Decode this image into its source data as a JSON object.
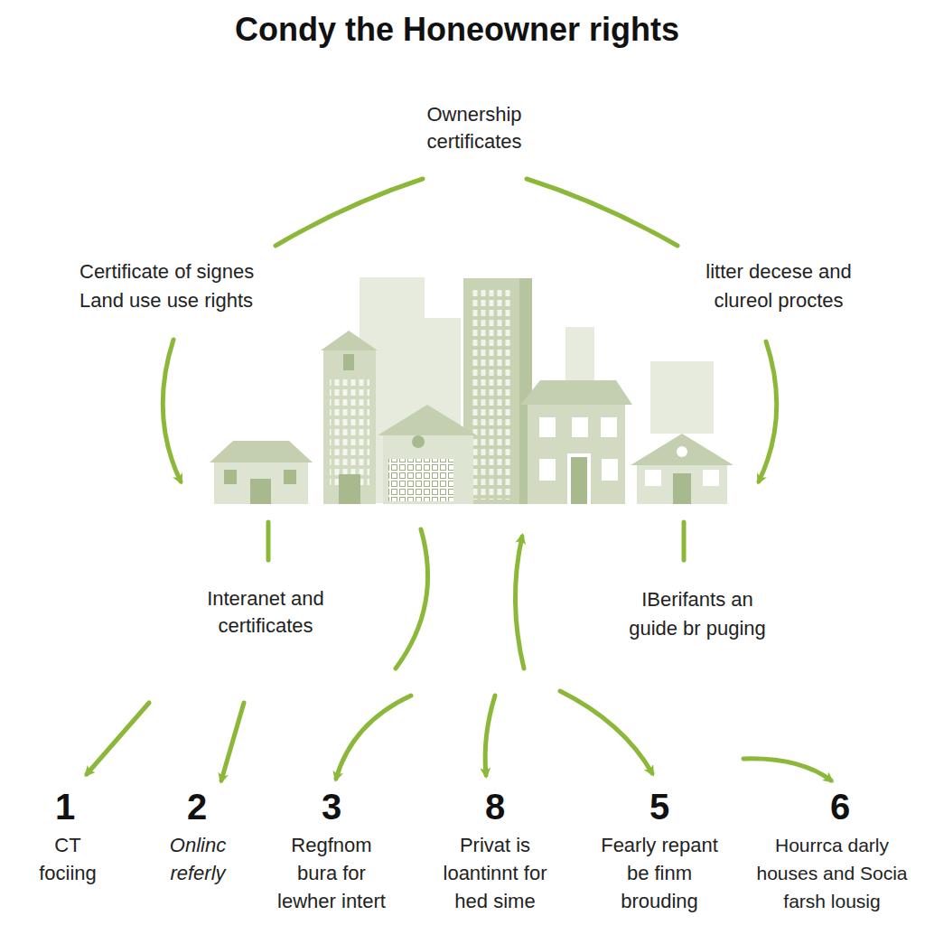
{
  "diagram": {
    "title": "Condy the Honeowner rights",
    "labels": [
      "Ownership certificates",
      "Certificate of signes Land use use rights",
      "litter decese and clureol proctes",
      "Interanet and certificates",
      "IBerifants an guide br puging",
      "1",
      "CT fociing",
      "2",
      "Onlinc referly",
      "3",
      "Regfnom bura for lewher intert",
      "8",
      "Privat is loantinnt for hed sime",
      "5",
      "Fearly repant be finm brouding",
      "6",
      "Hourrca darly houses and Socia farsh lousig"
    ]
  }
}
